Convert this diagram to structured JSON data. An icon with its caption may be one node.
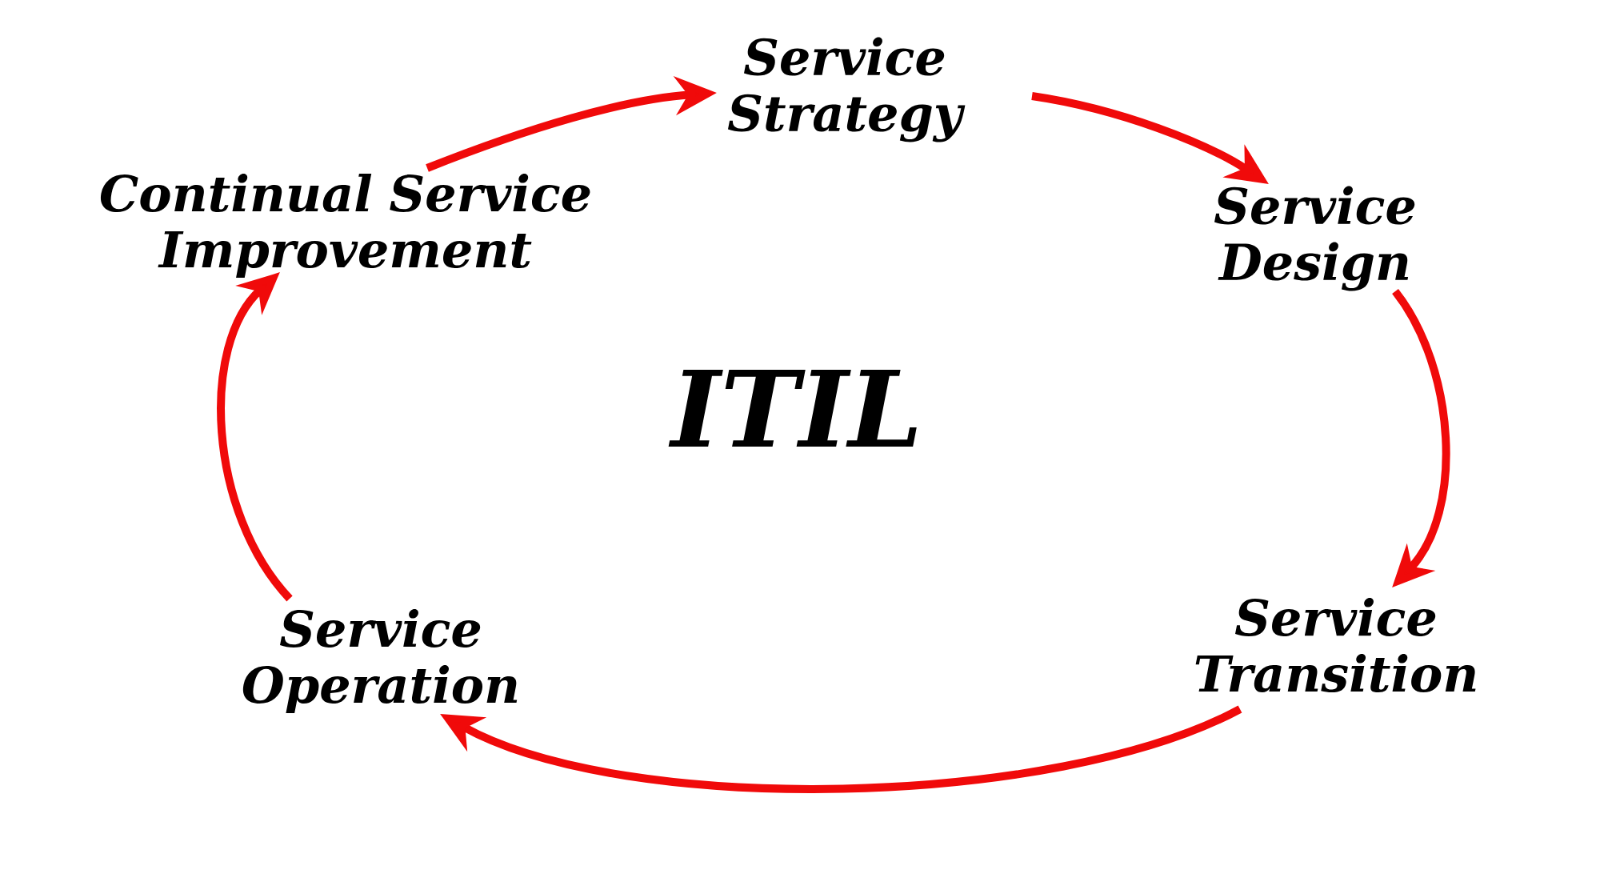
{
  "diagram": {
    "title": "ITIL",
    "nodes": [
      {
        "text": [
          "Service Strategy"
        ]
      },
      {
        "text": [
          "Service Design"
        ]
      },
      {
        "text": [
          "Service Transition"
        ]
      },
      {
        "text": [
          "Service Operation"
        ]
      },
      {
        "text": [
          "Continual Service Improvement"
        ]
      }
    ],
    "edges": [
      {
        "from": 0,
        "to": 1,
        "arrow": "to"
      },
      {
        "from": 1,
        "to": 2,
        "arrow": "to"
      },
      {
        "from": 2,
        "to": 3,
        "arrow": "to"
      },
      {
        "from": 3,
        "to": 4,
        "arrow": "to"
      },
      {
        "from": 4,
        "to": 0,
        "arrow": "to"
      }
    ]
  }
}
